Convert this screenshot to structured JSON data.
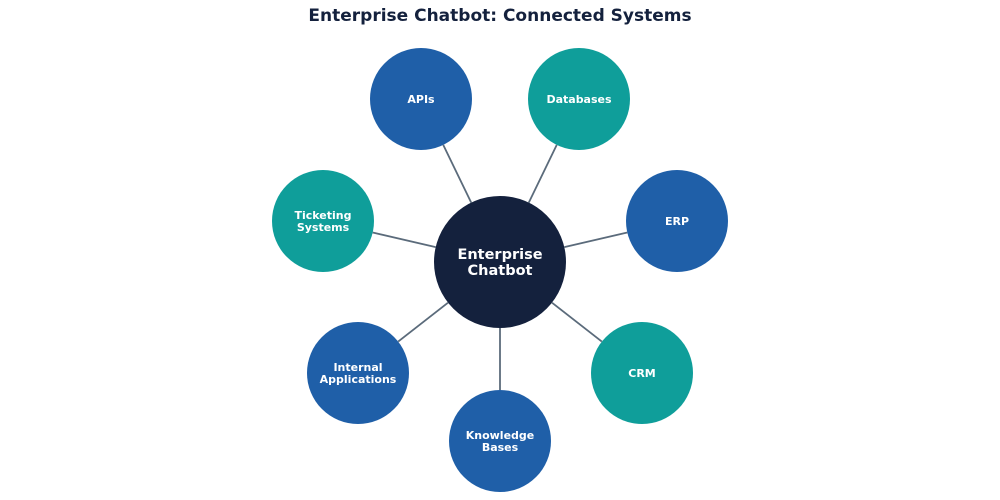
{
  "title": "Enterprise Chatbot: Connected Systems",
  "colors": {
    "hub": "#14213d",
    "blue": "#1f5fa8",
    "teal": "#0f9e9a",
    "connector": "#5b6b7b",
    "title": "#14213d"
  },
  "hub": {
    "label_lines": [
      "Enterprise",
      "Chatbot"
    ]
  },
  "nodes": [
    {
      "id": "apis",
      "label_lines": [
        "APIs"
      ],
      "color": "blue"
    },
    {
      "id": "databases",
      "label_lines": [
        "Databases"
      ],
      "color": "teal"
    },
    {
      "id": "erp",
      "label_lines": [
        "ERP"
      ],
      "color": "blue"
    },
    {
      "id": "crm",
      "label_lines": [
        "CRM"
      ],
      "color": "teal"
    },
    {
      "id": "knowledge-bases",
      "label_lines": [
        "Knowledge",
        "Bases"
      ],
      "color": "blue"
    },
    {
      "id": "internal-applications",
      "label_lines": [
        "Internal",
        "Applications"
      ],
      "color": "blue"
    },
    {
      "id": "ticketing-systems",
      "label_lines": [
        "Ticketing",
        "Systems"
      ],
      "color": "teal"
    }
  ]
}
